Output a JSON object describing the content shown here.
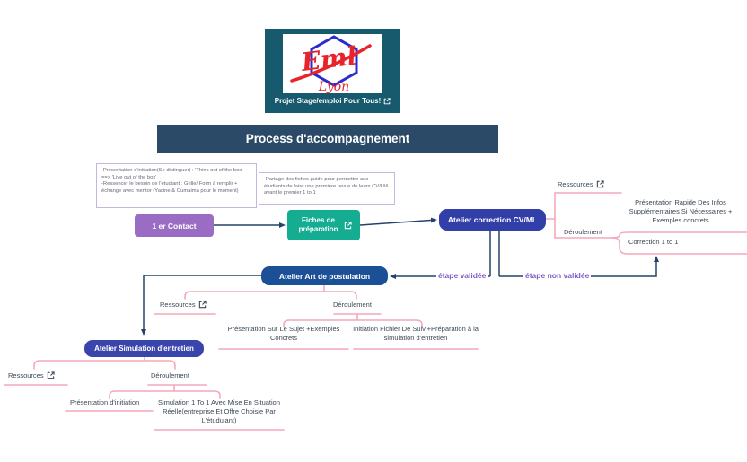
{
  "logo": {
    "caption": "Projet Stage/emploi Pour Tous!",
    "brand_script": "Eml",
    "brand_city": "Lyon"
  },
  "banner": {
    "title": "Process d'accompagnement"
  },
  "notes": {
    "initiation_lines": [
      "-Présentation d'initiation(Se distinguer) : 'Think out of the box' ==>  'Live out of the box'",
      "-Ressencer le besoin de l'étudiant : Grille/ Form à remplir + échange avec mentor (Yacine & Oumaima pour le moment)"
    ],
    "fiches": "-Partage des fiches guide pour permettre aux étudiants de faire une première revue de leurs CV/LM avant le premier 1 to 1"
  },
  "steps": {
    "contact": "1 er Contact",
    "fiches": "Fiches de préparation",
    "cvml": "Atelier correction CV/ML",
    "art": "Atelier Art de postulation",
    "simulation": "Atelier Simulation d'entretien"
  },
  "edges": {
    "validated": "étape validée",
    "not_validated": "étape non validée"
  },
  "cvml_branch": {
    "ressources": "Ressources",
    "deroulement": "Déroulement",
    "presentation": "Présentation Rapide Des Infos Supplémentaires Si Nécessaires + Exemples concrets",
    "correction": "Correction 1 to 1"
  },
  "art_branch": {
    "ressources": "Ressources",
    "deroulement": "Déroulement",
    "presentation": "Présentation Sur Le Sujet +Exemples Concrets",
    "initiation": "Initiation Fichier De Suivi+Préparation à la simulation d'entretien"
  },
  "simulation_branch": {
    "ressources": "Ressources",
    "deroulement": "Déroulement",
    "presentation": "Présentation d'initiation",
    "simulation_1to1": "Simulation 1 To 1 Avec Mise En Situation Réelle(entreprise Et Offre Choisie Par L'étuduiant)"
  },
  "colors": {
    "header_teal": "#17596d",
    "banner_blue": "#2b4a67",
    "contact_purple": "#9a6cc4",
    "fiches_teal": "#14ad92",
    "cvml_indigo": "#333fa8",
    "art_blue": "#1b4f96",
    "simulation_indigo": "#3a45ac",
    "connector_pink": "#f3a9bb",
    "connector_navy": "#24436b",
    "edge_label_purple": "#7d5dc8",
    "logo_red": "#e8232a",
    "logo_blue": "#2a2ad0"
  }
}
